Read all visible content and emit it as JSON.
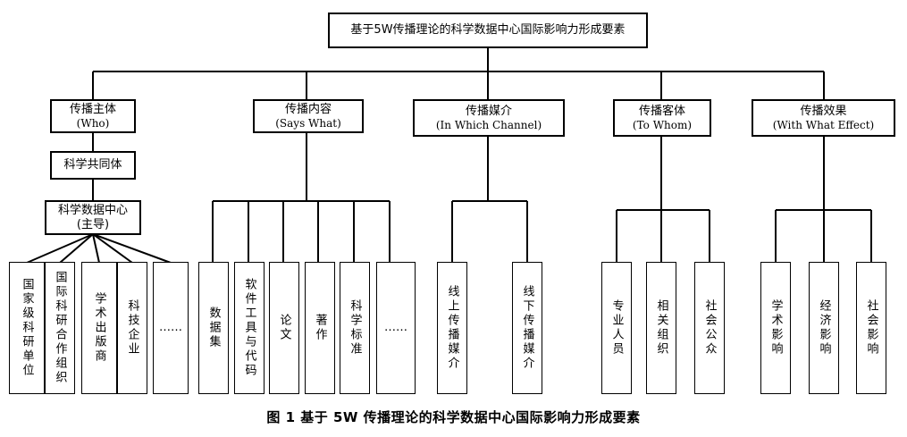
{
  "root": {
    "title": "基于5W传播理论的科学数据中心国际影响力形成要素"
  },
  "categories": [
    {
      "label": "传播主体",
      "sub": "(Who)"
    },
    {
      "label": "传播内容",
      "sub": "(Says What)"
    },
    {
      "label": "传播媒介",
      "sub": "(In Which Channel)"
    },
    {
      "label": "传播客体",
      "sub": "(To Whom)"
    },
    {
      "label": "传播效果",
      "sub": "(With What Effect)"
    }
  ],
  "who": {
    "community": "科学共同体",
    "center": "科学数据中心",
    "center_sub": "(主导)",
    "leaves": [
      "国家级科研单位",
      "国际科研合作组织",
      "学术出版商",
      "科技企业",
      "……"
    ]
  },
  "content_leaves": [
    "数据集",
    "软件工具与代码",
    "论文",
    "著作",
    "科学标准",
    "……"
  ],
  "channel_leaves": [
    "线上传播媒介",
    "线下传播媒介"
  ],
  "audience_leaves": [
    "专业人员",
    "相关组织",
    "社会公众"
  ],
  "effect_leaves": [
    "学术影响",
    "经济影响",
    "社会影响"
  ],
  "caption": "图 1   基于 5W 传播理论的科学数据中心国际影响力形成要素"
}
